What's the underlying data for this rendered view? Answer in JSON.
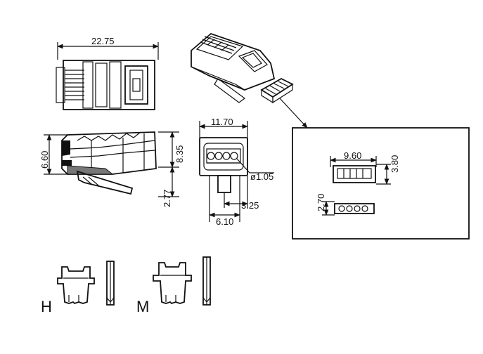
{
  "dimensions": {
    "top_length": "22.75",
    "side_height": "6.60",
    "side_body_height": "8.35",
    "side_latch": "2.77",
    "front_width": "11.70",
    "hole_diameter": "ø1.05",
    "front_half": "3.25",
    "front_base": "6.10",
    "insert_width": "9.60",
    "insert_height": "3.80",
    "insert_bottom": "2.70"
  },
  "contact_types": {
    "h_label": "H",
    "m_label": "M"
  }
}
